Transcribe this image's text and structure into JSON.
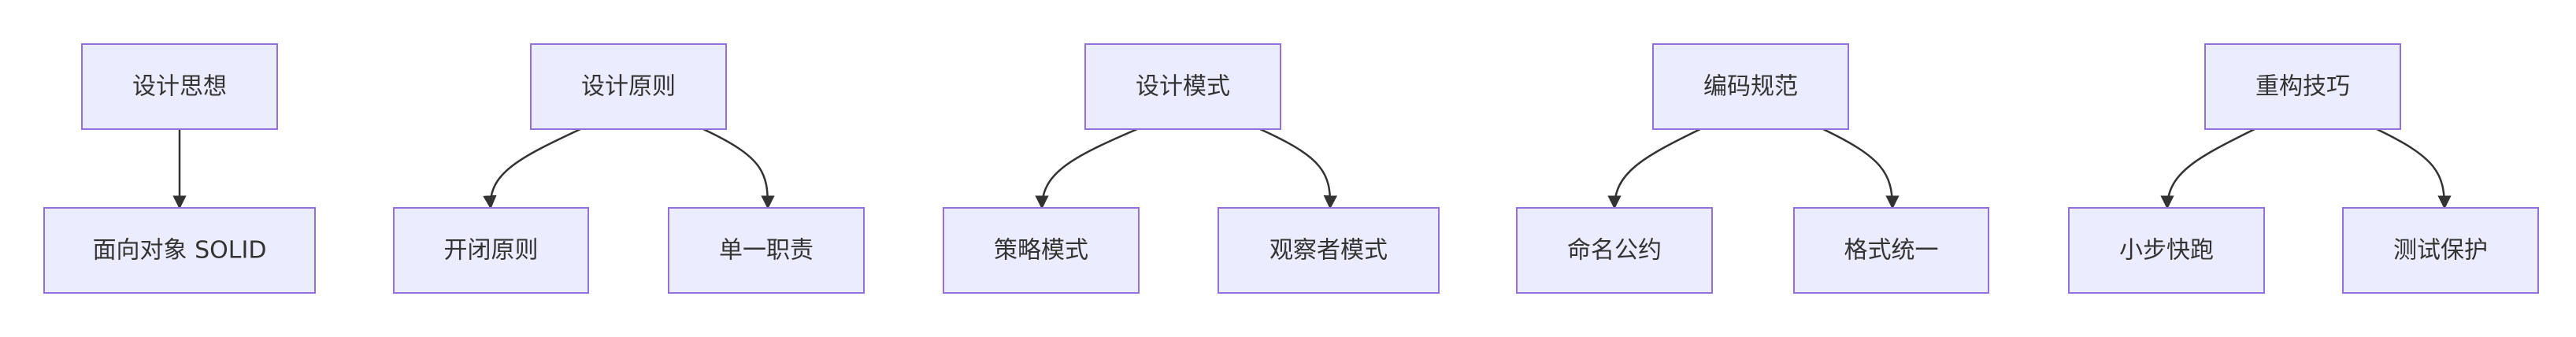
{
  "diagram": {
    "colors": {
      "node_fill": "#ECECFF",
      "node_border": "#9370DB",
      "text": "#333333",
      "edge": "#333333"
    },
    "nodes": [
      {
        "id": "n0",
        "label": "设计思想"
      },
      {
        "id": "n1",
        "label": "面向对象 SOLID"
      },
      {
        "id": "n2",
        "label": "设计原则"
      },
      {
        "id": "n3",
        "label": "开闭原则"
      },
      {
        "id": "n4",
        "label": "单一职责"
      },
      {
        "id": "n5",
        "label": "设计模式"
      },
      {
        "id": "n6",
        "label": "策略模式"
      },
      {
        "id": "n7",
        "label": "观察者模式"
      },
      {
        "id": "n8",
        "label": "编码规范"
      },
      {
        "id": "n9",
        "label": "命名公约"
      },
      {
        "id": "n10",
        "label": "格式统一"
      },
      {
        "id": "n11",
        "label": "重构技巧"
      },
      {
        "id": "n12",
        "label": "小步快跑"
      },
      {
        "id": "n13",
        "label": "测试保护"
      }
    ],
    "edges": [
      {
        "from": "n0",
        "to": "n1"
      },
      {
        "from": "n2",
        "to": "n3"
      },
      {
        "from": "n2",
        "to": "n4"
      },
      {
        "from": "n5",
        "to": "n6"
      },
      {
        "from": "n5",
        "to": "n7"
      },
      {
        "from": "n8",
        "to": "n9"
      },
      {
        "from": "n8",
        "to": "n10"
      },
      {
        "from": "n11",
        "to": "n12"
      },
      {
        "from": "n11",
        "to": "n13"
      }
    ]
  }
}
